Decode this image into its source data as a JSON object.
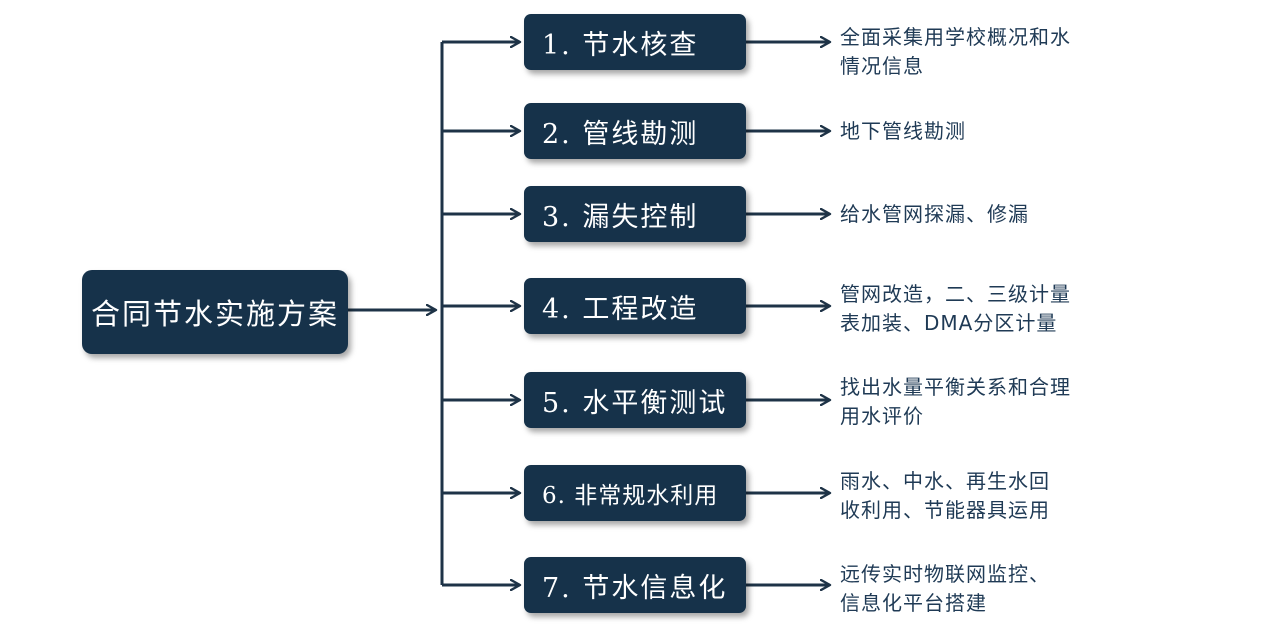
{
  "root": {
    "label": "合同节水实施方案"
  },
  "steps": [
    {
      "label": "1. 节水核查",
      "desc": [
        "全面采集用学校概况和水",
        "情况信息"
      ]
    },
    {
      "label": "2. 管线勘测",
      "desc": [
        "地下管线勘测"
      ]
    },
    {
      "label": "3. 漏失控制",
      "desc": [
        "给水管网探漏、修漏"
      ]
    },
    {
      "label": "4. 工程改造",
      "desc": [
        "管网改造，二、三级计量",
        "表加装、DMA分区计量"
      ]
    },
    {
      "label": "5. 水平衡测试",
      "desc": [
        "找出水量平衡关系和合理",
        "用水评价"
      ]
    },
    {
      "label": "6. 非常规水利用",
      "desc": [
        "雨水、中水、再生水回",
        "收利用、节能器具运用"
      ]
    },
    {
      "label": "7. 节水信息化",
      "desc": [
        "远传实时物联网监控、",
        "信息化平台搭建"
      ]
    }
  ],
  "colors": {
    "box_fill": "#16324a",
    "connector": "#1e3347",
    "desc_text": "#1f3a55"
  }
}
